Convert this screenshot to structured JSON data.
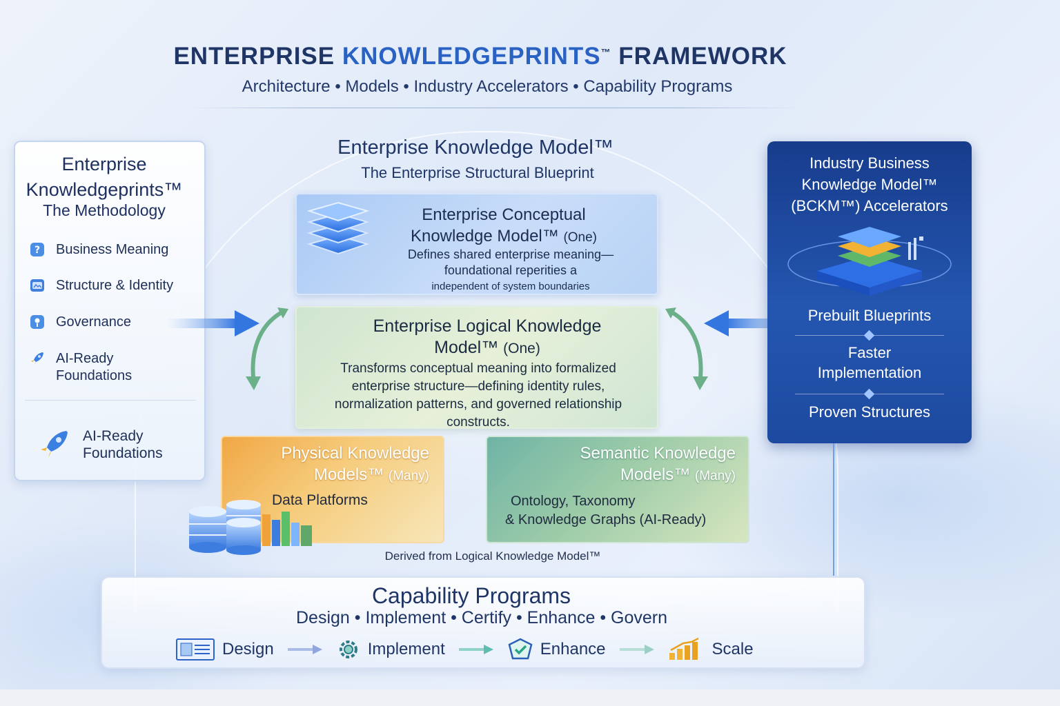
{
  "header": {
    "title_part1": "ENTERPRISE ",
    "title_accent": "KNOWLEDGEPRINTS",
    "title_tm": "™",
    "title_part2": " FRAMEWORK",
    "subtitle": "Architecture • Models • Industry Accelerators • Capability Programs"
  },
  "left_panel": {
    "title_line1": "Enterprise",
    "title_line2": "Knowledgeprints™",
    "subtitle": "The Methodology",
    "items": [
      {
        "label": "Business Meaning",
        "icon": "question-icon"
      },
      {
        "label": "Structure & Identity",
        "icon": "id-card-icon"
      },
      {
        "label": "Governance",
        "icon": "info-icon"
      },
      {
        "label_line1": "AI-Ready",
        "label_line2": "Foundations",
        "icon": "rocket-icon"
      }
    ],
    "bottom_line1": "AI-Ready",
    "bottom_line2": "Foundations"
  },
  "center": {
    "title": "Enterprise Knowledge Model™",
    "subtitle": "The Enterprise Structural Blueprint",
    "conceptual": {
      "title_line1": "Enterprise Conceptual",
      "title_line2": "Knowledge Model™",
      "qualifier": "(One)",
      "desc_line1": "Defines shared enterprise meaning—",
      "desc_line2": "foundational reperities a",
      "desc_line3": "independent of system boundaries"
    },
    "logical": {
      "title_line1": "Enterprise Logical Knowledge",
      "title_line2": "Model™",
      "qualifier": "(One)",
      "desc_line1": "Transforms conceptual meaning into formalized",
      "desc_line2": "enterprise structure—defining identity rules,",
      "desc_line3": "normalization patterns, and governed relationship",
      "desc_line4": "constructs."
    },
    "physical": {
      "title_line1": "Physical Knowledge",
      "title_line2": "Models™",
      "qualifier": "(Many)",
      "sub": "Data Platforms"
    },
    "semantic": {
      "title_line1": "Semantic Knowledge",
      "title_line2": "Models™",
      "qualifier": "(Many)",
      "sub_line1": "Ontology, Taxonomy",
      "sub_line2": "& Knowledge Graphs (AI-Ready)"
    },
    "derived_note": "Derived from Logical Knowledge Model™"
  },
  "right_panel": {
    "title_line1": "Industry Business",
    "title_line2": "Knowledge Model™",
    "title_line3": "(BCKM™) Accelerators",
    "items": [
      {
        "line1": "Prebuilt Blueprints"
      },
      {
        "line1": "Faster",
        "line2": "Implementation"
      },
      {
        "line1": "Proven Structures"
      }
    ]
  },
  "capability": {
    "title": "Capability Programs",
    "subtitle": "Design • Implement • Certify • Enhance • Govern",
    "steps": [
      {
        "label": "Design",
        "icon": "document-list-icon"
      },
      {
        "label": "Implement",
        "icon": "gear-icon"
      },
      {
        "label": "Enhance",
        "icon": "shield-check-icon"
      },
      {
        "label": "Scale",
        "icon": "bar-growth-icon"
      }
    ]
  },
  "colors": {
    "navy": "#1f3566",
    "accent_blue": "#2a62c4",
    "right_panel_blue": "#1d4aa0",
    "physical_orange": "#f0a745",
    "semantic_teal": "#6fb3a6",
    "logical_green": "#cfe5cf",
    "conceptual_blue": "#a9c9f5"
  }
}
